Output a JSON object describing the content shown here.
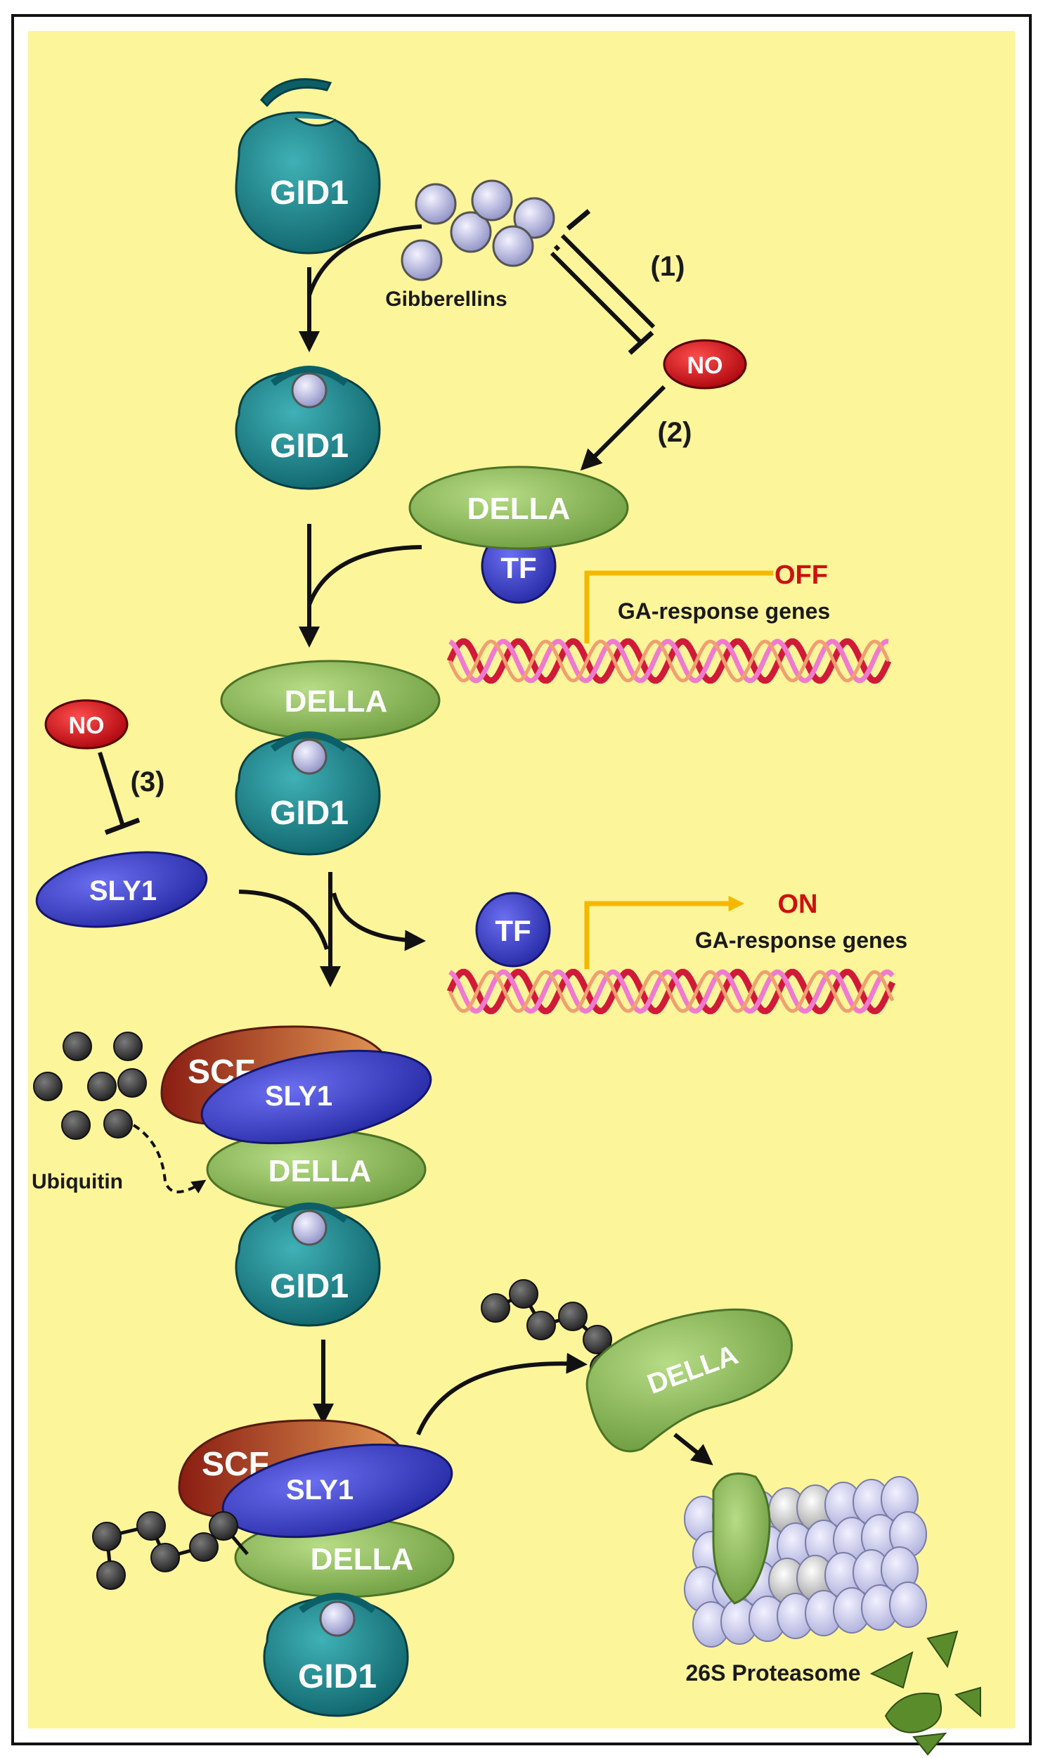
{
  "labels": {
    "gid1": "GID1",
    "della": "DELLA",
    "tf": "TF",
    "no": "NO",
    "sly1": "SLY1",
    "scf": "SCF",
    "gibberellins": "Gibberellins",
    "ubiquitin": "Ubiquitin",
    "step1": "(1)",
    "step2": "(2)",
    "step3": "(3)",
    "off": "OFF",
    "on": "ON",
    "ga_response_genes": "GA-response genes",
    "proteasome": "26S Proteasome"
  },
  "colors": {
    "background": "#fdf59a",
    "gid1": "#147f86",
    "della": "#8fbb5c",
    "tf_sly1": "#3b3ec2",
    "no": "#d7131d",
    "scf": "#b2531f",
    "gibberellin": "#c4c6e4",
    "ubiquitin": "#3a3a3a",
    "promoter_arrow": "#f5b800",
    "dna_red": "#d11a3a",
    "dna_pink": "#f07ad0",
    "proteasome": "#cfd0ee"
  }
}
